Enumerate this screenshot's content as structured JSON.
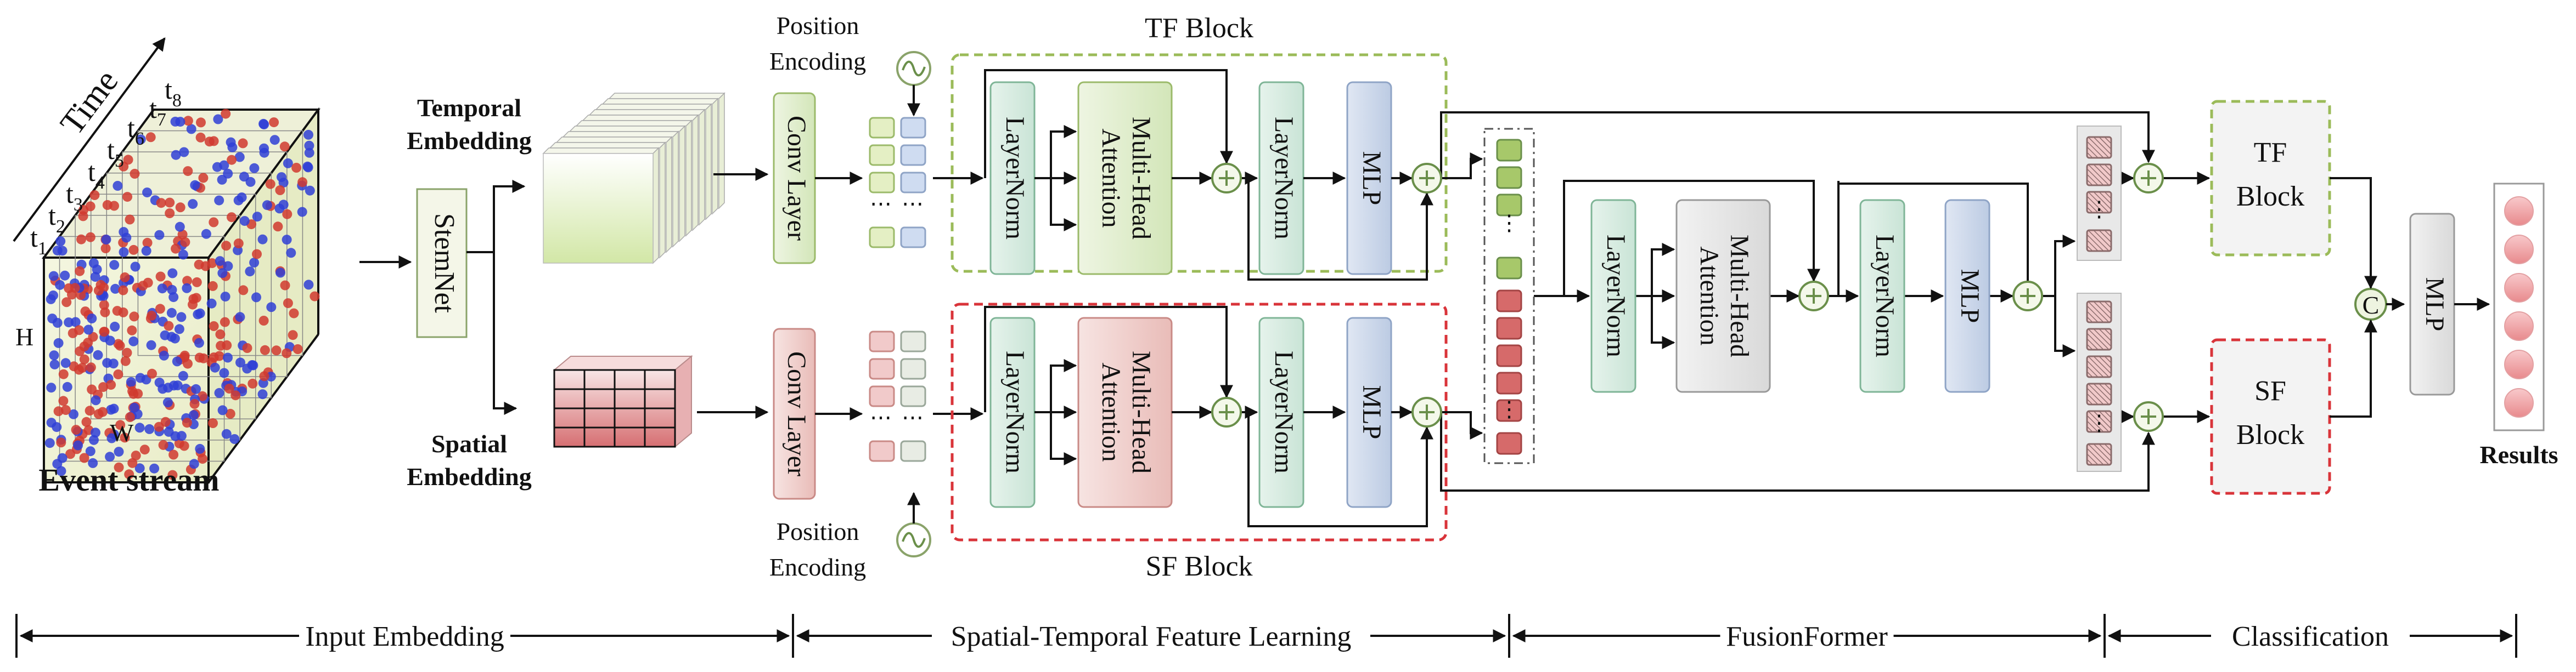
{
  "input": {
    "time_label": "Time",
    "t_labels": [
      "t1",
      "t2",
      "t3",
      "t4",
      "t5",
      "t6",
      "t7",
      "t8"
    ],
    "h_label": "H",
    "w_label": "W",
    "event_stream": "Event stream",
    "stemnet": "StemNet",
    "temporal_embedding_1": "Temporal",
    "temporal_embedding_2": "Embedding",
    "spatial_embedding_1": "Spatial",
    "spatial_embedding_2": "Embedding"
  },
  "position_encoding": {
    "line1": "Position",
    "line2": "Encoding"
  },
  "conv_layer": "Conv Layer",
  "tf_block": {
    "title": "TF Block",
    "layernorm": "LayerNorm",
    "mha_1": "Multi-Head",
    "mha_2": "Attention",
    "mlp": "MLP"
  },
  "sf_block": {
    "title": "SF Block",
    "layernorm": "LayerNorm",
    "mha_1": "Multi-Head",
    "mha_2": "Attention",
    "mlp": "MLP"
  },
  "fusionformer": {
    "layernorm": "LayerNorm",
    "mha_1": "Multi-Head",
    "mha_2": "Attention",
    "mlp": "MLP"
  },
  "classification": {
    "tf_1": "TF",
    "tf_2": "Block",
    "sf_1": "SF",
    "sf_2": "Block",
    "concat": "C",
    "mlp": "MLP",
    "results": "Results"
  },
  "stages": [
    "Input Embedding",
    "Spatial-Temporal Feature Learning",
    "FusionFormer",
    "Classification"
  ],
  "colors": {
    "green_fill": "#dfeccc",
    "green_border": "#9bba6a",
    "teal_fill": "#d9ede3",
    "teal_border": "#7fb597",
    "pink_fill": "#f1d4d1",
    "pink_border": "#c98a86",
    "blue_fill": "#cdd8ea",
    "blue_border": "#8fa4c6",
    "gray_fill": "#e6e6e6",
    "tf_dash": "#9bbb59",
    "sf_dash": "#d9343a",
    "event_red": "#d0392f",
    "event_blue": "#2f3fd6"
  }
}
